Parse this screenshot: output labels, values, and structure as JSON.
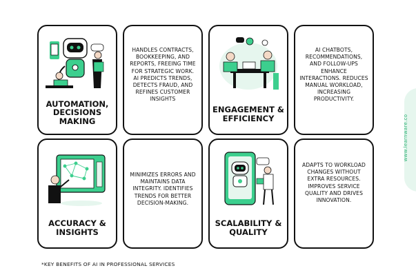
{
  "cards": [
    {
      "title": "Automation,\nDecisions\nMaking"
    },
    {
      "text": "Handles contracts, bookkeeping, and reports, freeing time for strategic work. AI predicts trends, detects fraud, and refines customer insights"
    },
    {
      "title": "Engagement &\nEfficiency"
    },
    {
      "text": "AI chatbots, recommendations, and follow-ups enhance interactions. Reduces manual workload, increasing productivity."
    },
    {
      "title": "Accuracy &\nInsights"
    },
    {
      "text": "Minimizes errors and maintains data integrity. Identifies trends for better decision-making."
    },
    {
      "title": "Scalability &\nQuality"
    },
    {
      "text": "Adapts to workload changes without extra resources. Improves service quality and drives innovation."
    }
  ],
  "footnote": "*Key benefits of AI in professional services",
  "side_label": "www.learnware.co",
  "colors": {
    "accent": "#3ccf8e",
    "ink": "#111111",
    "border": "#111111",
    "tab": "#e6f6ee"
  },
  "icons": [
    "robot-illustration",
    "team-meeting-illustration",
    "data-network-illustration",
    "phone-robot-illustration"
  ]
}
